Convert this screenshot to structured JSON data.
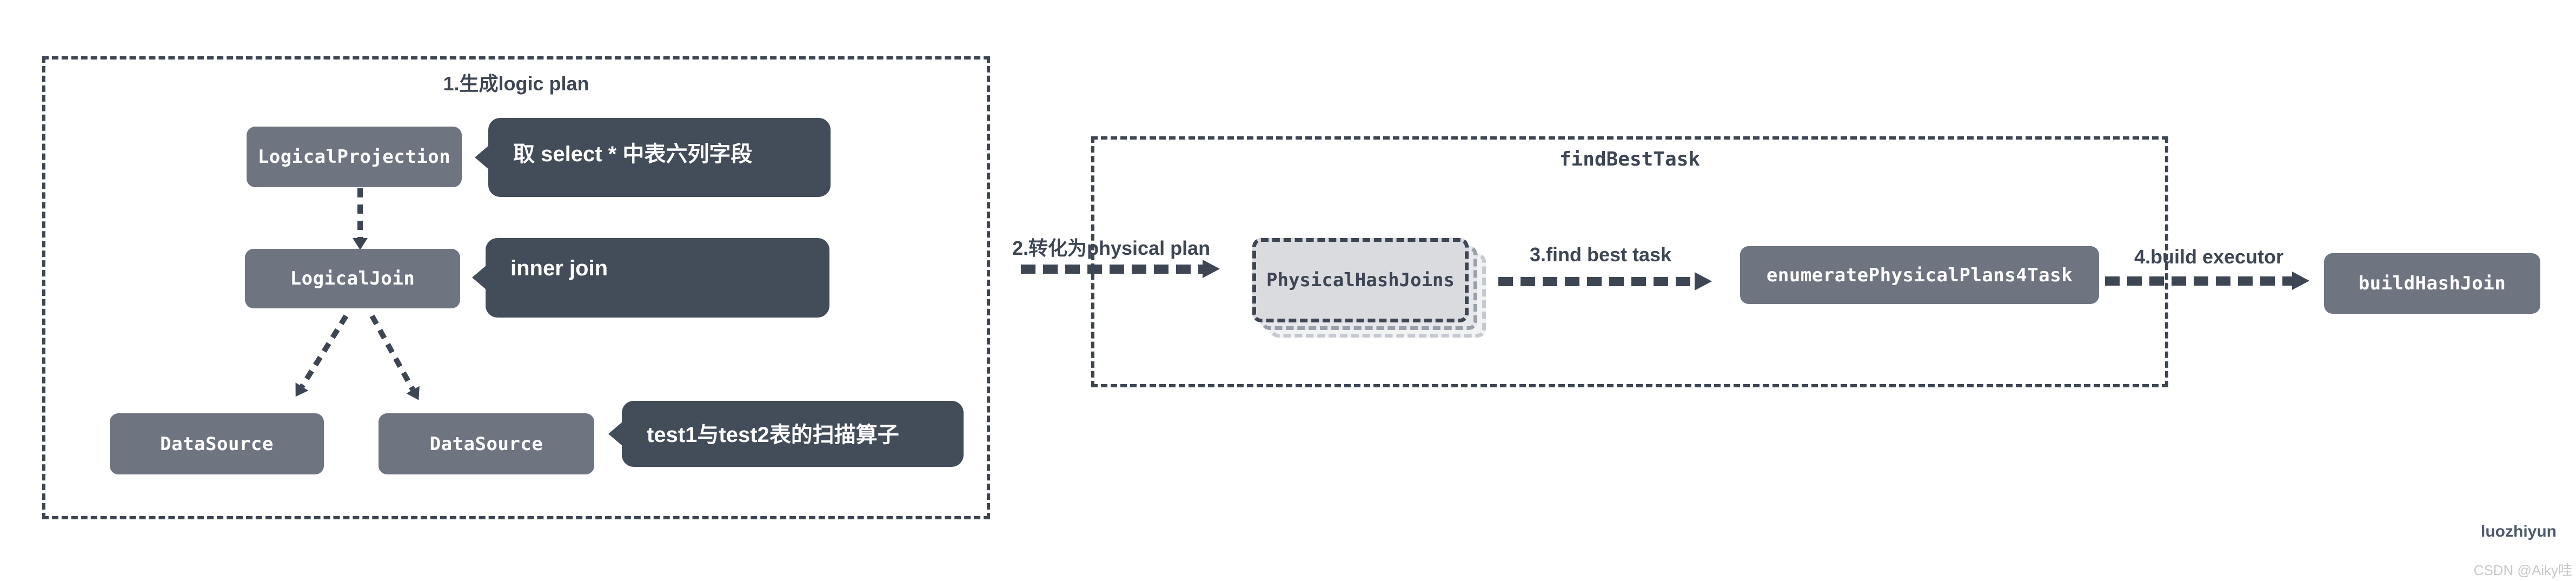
{
  "colors": {
    "line": "#3e4654",
    "node_fill": "#6e7580",
    "callout_fill": "#434c59",
    "card_fill": "#d9dbdf",
    "background": "#ffffff"
  },
  "logic_plan": {
    "title": "1.生成logic plan",
    "nodes": {
      "logical_projection": "LogicalProjection",
      "logical_join": "LogicalJoin",
      "data_source_left": "DataSource",
      "data_source_right": "DataSource"
    },
    "callouts": {
      "projection_note": "取 select * 中表六列字段",
      "join_note": "inner join",
      "datasource_note": "test1与test2表的扫描算子"
    }
  },
  "flow": {
    "step2_label": "2.转化为physical plan",
    "step3_label": "3.find best task",
    "step4_label": "4.build executor"
  },
  "find_best_task": {
    "title": "findBestTask",
    "physical_hash_joins": "PhysicalHashJoins",
    "enumerate_node": "enumeratePhysicalPlans4Task"
  },
  "build_hash_join": "buildHashJoin",
  "watermark": {
    "author": "luozhiyun",
    "source": "CSDN @Aiky哇"
  }
}
